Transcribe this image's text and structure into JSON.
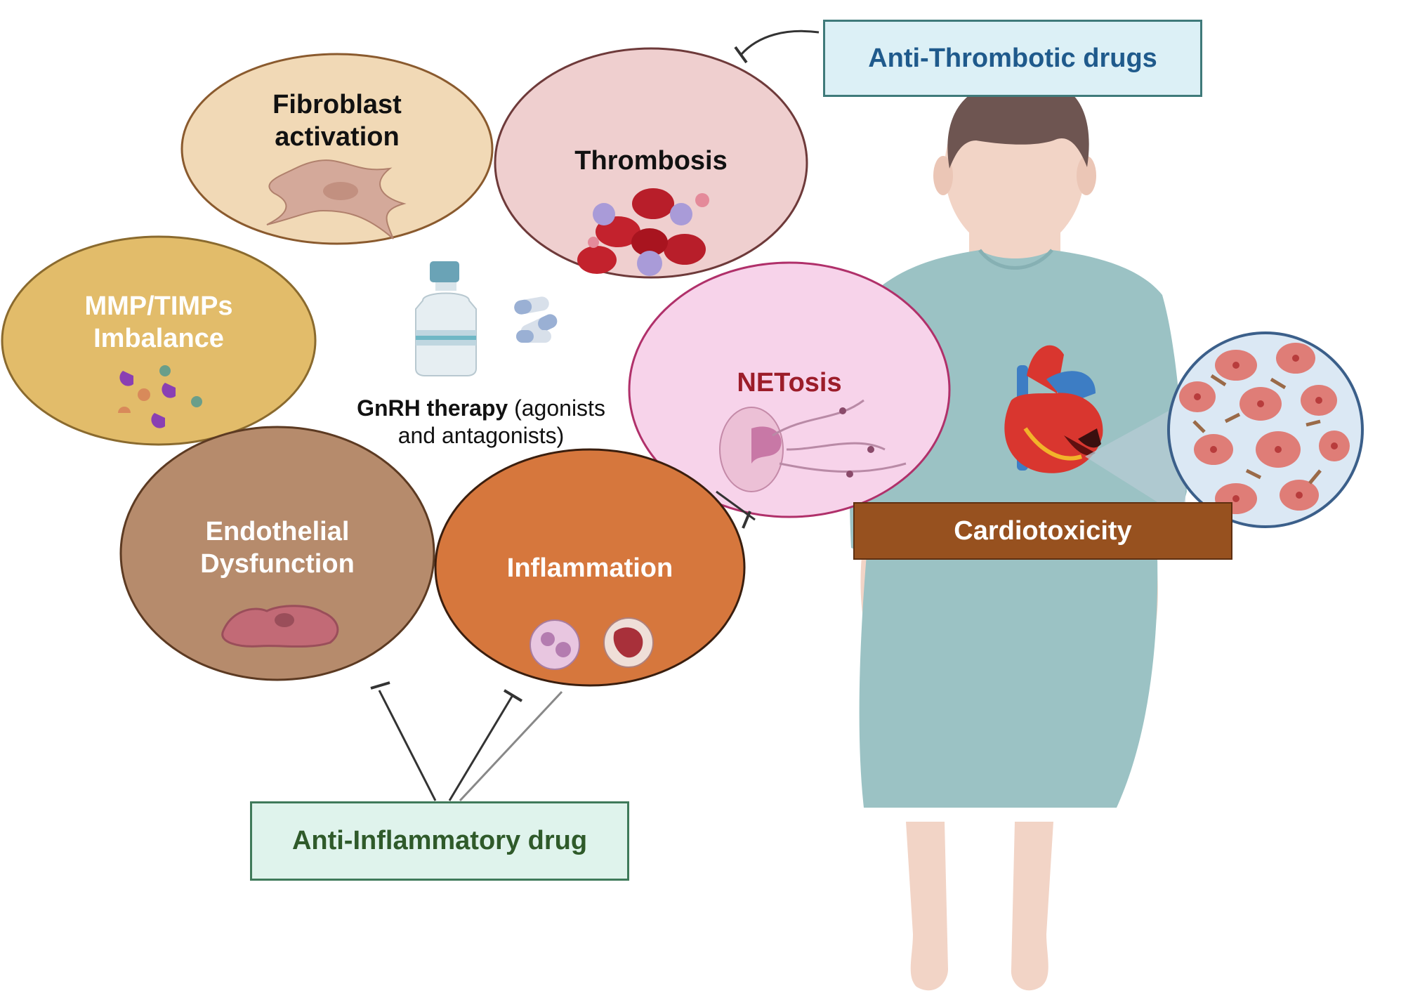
{
  "figure": {
    "drug_boxes": {
      "anti_thrombotic": "Anti-Thrombotic drugs",
      "anti_inflammatory": "Anti-Inflammatory drug"
    },
    "processes": {
      "fibroblast": [
        "Fibroblast",
        "activation"
      ],
      "thrombosis": "Thrombosis",
      "mmp": [
        "MMP/TIMPs",
        "Imbalance"
      ],
      "netosis": "NETosis",
      "endothelial": [
        "Endothelial",
        "Dysfunction"
      ],
      "inflammation": "Inflammation"
    },
    "therapy": {
      "bold": "GnRH therapy",
      "rest1": " (agonists",
      "rest2": "and antagonists)"
    },
    "outcome": "Cardiotoxicity"
  },
  "colors": {
    "fibroblast_fill": "#f1d9b6",
    "thrombosis_fill": "#efcfcf",
    "mmp_fill": "#e2bc6a",
    "netosis_fill": "#f7d3ea",
    "endothelial_fill": "#b68b6c",
    "inflammation_fill": "#d6773d",
    "gown": "#9bc2c4",
    "skin": "#f2d4c6",
    "hair": "#6e5551",
    "cardio_box": "#97511f",
    "thrombotic_box_fill": "#dcf0f6",
    "thrombotic_text": "#1f5a8c",
    "inflammatory_box_fill": "#dff3ec",
    "inflammatory_text": "#2f5a2a"
  }
}
